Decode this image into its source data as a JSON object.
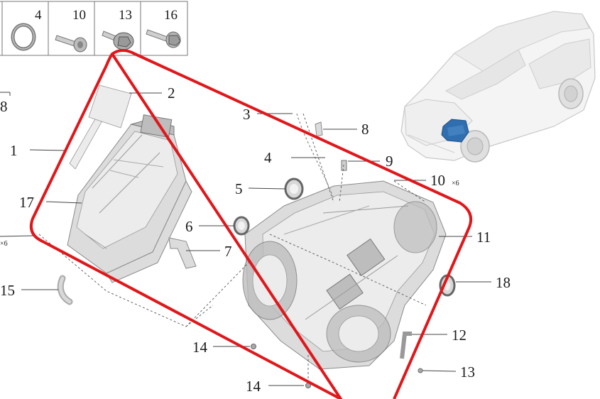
{
  "parts_table": {
    "cells": [
      {
        "number": "",
        "icon": "partial-part-icon"
      },
      {
        "number": "4",
        "icon": "o-ring-icon"
      },
      {
        "number": "10",
        "icon": "bolt-icon"
      },
      {
        "number": "13",
        "icon": "flange-bolt-icon"
      },
      {
        "number": "16",
        "icon": "bolt-icon"
      }
    ]
  },
  "callouts": {
    "c1": "1",
    "c2": "2",
    "c3": "3",
    "c4": "4",
    "c5": "5",
    "c6": "6",
    "c7": "7",
    "c8": "8",
    "c8_left": "8",
    "c9": "9",
    "c10": "10",
    "c10_qty": "×6",
    "c11": "11",
    "c12": "12",
    "c13": "13",
    "c14_upper": "14",
    "c14_lower": "14",
    "c15": "15",
    "c17": "17",
    "c18": "18",
    "left_qty": "×6"
  },
  "colors": {
    "highlight_outline": "#e0171b",
    "highlight_part": "#2f6fb0",
    "part_gray": "#dcdcdc"
  }
}
